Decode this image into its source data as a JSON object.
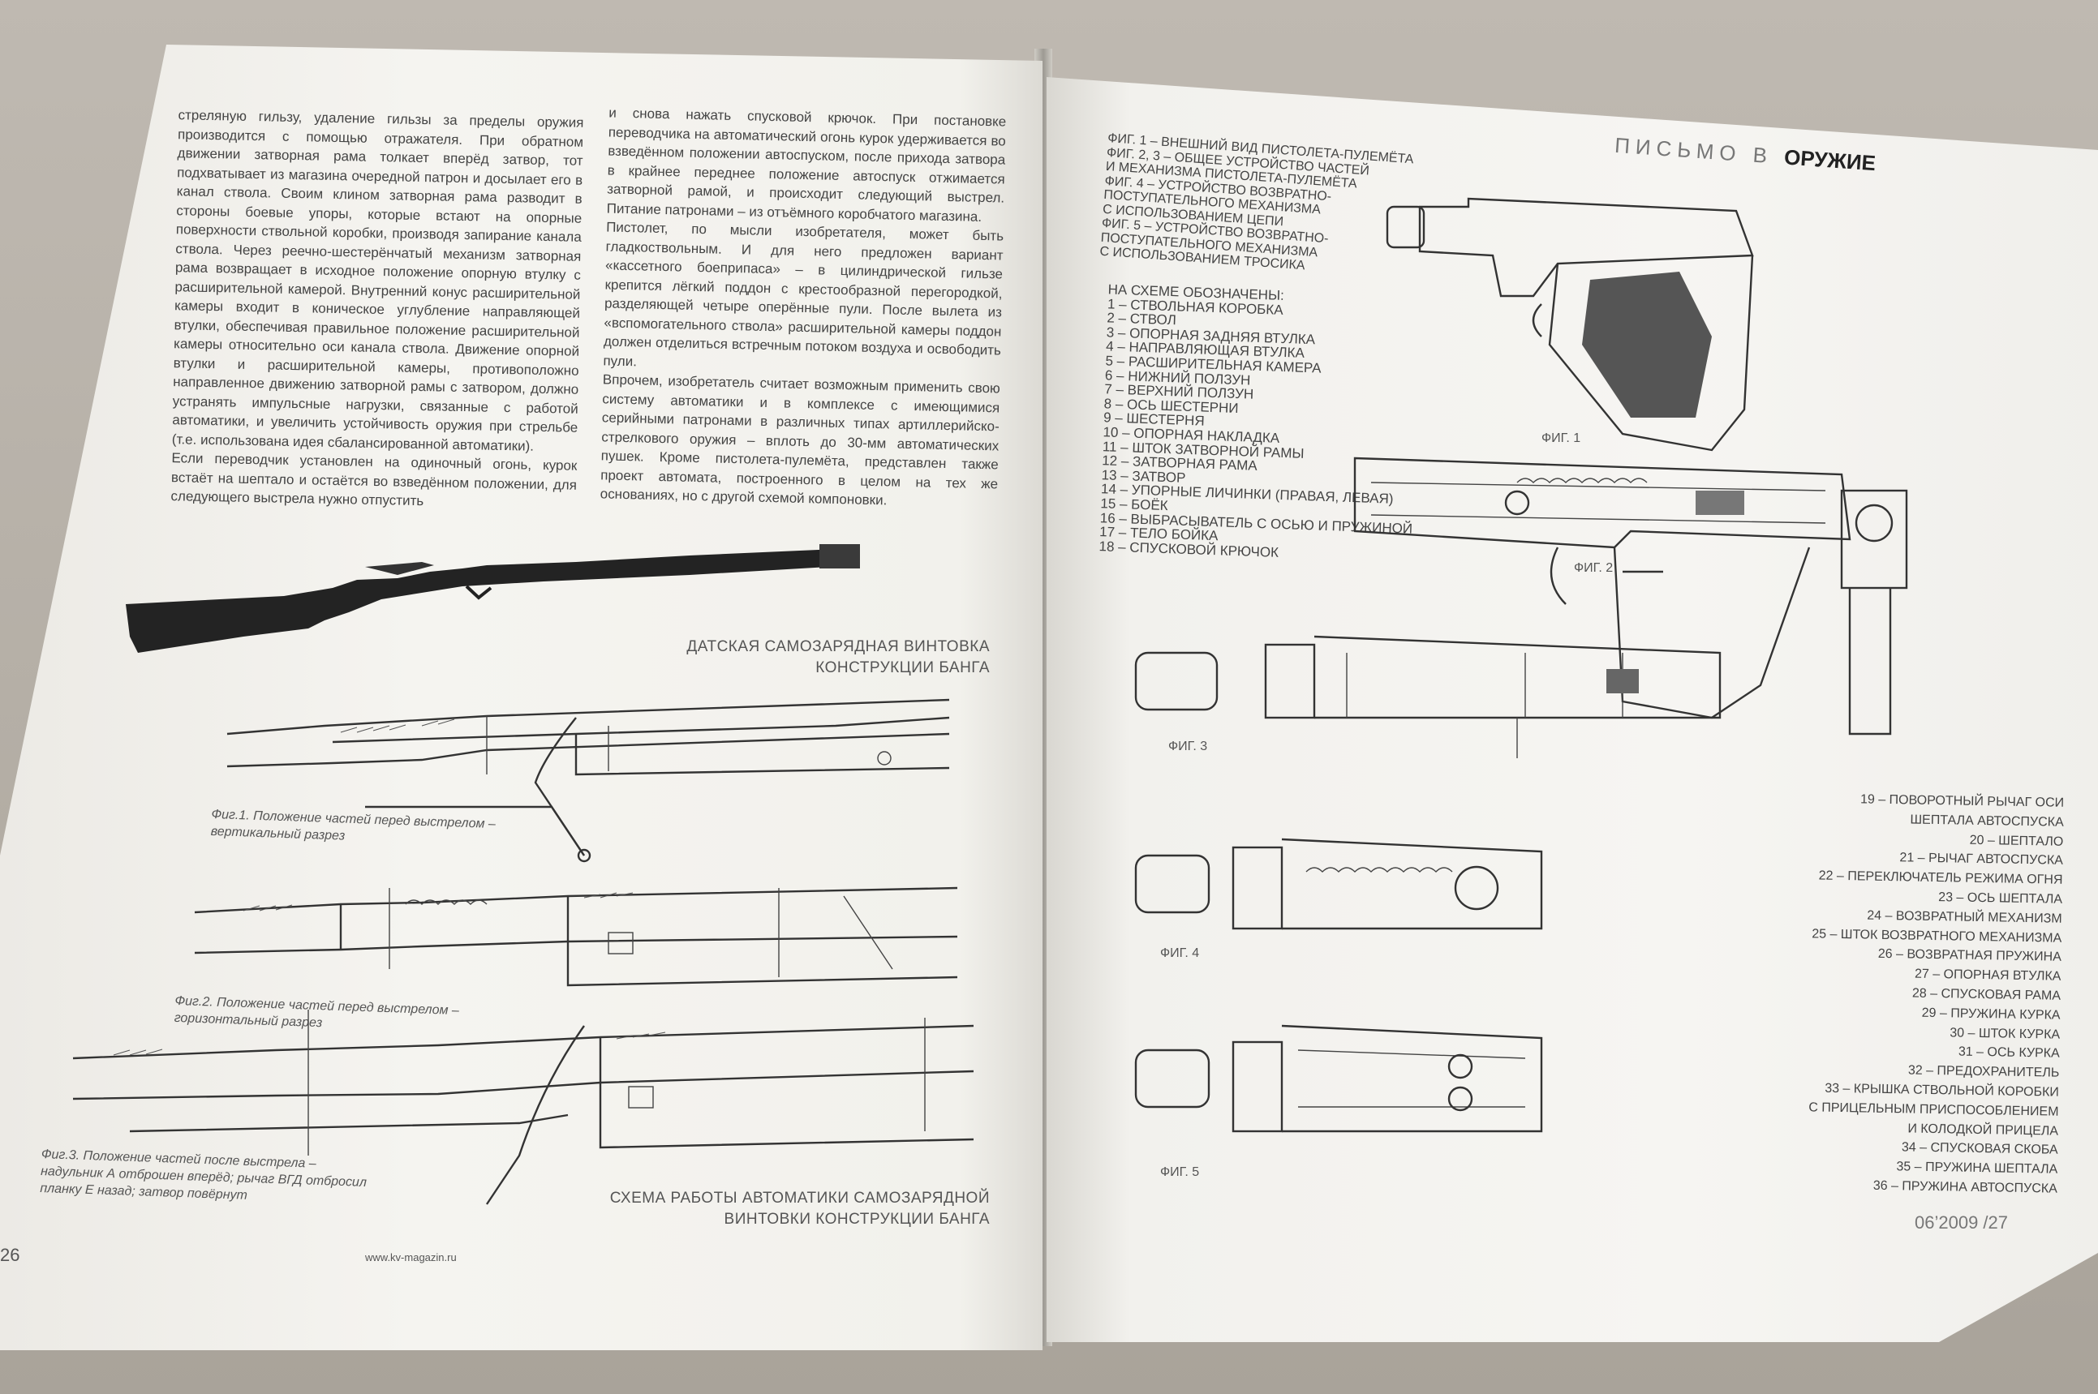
{
  "left_page": {
    "col1": "стреляную гильзу, удаление гильзы за пределы оружия производится с помощью отражателя. При обратном движении затворная рама толкает вперёд затвор, тот подхватывает из магазина очередной патрон и досылает его в канал ствола. Своим клином затворная рама разводит в стороны боевые упоры, которые встают на опорные поверхности ствольной коробки, производя запирание канала ствола. Через реечно-шестерёнчатый механизм затворная рама возвращает в исходное положение опорную втулку с расширительной камерой. Внутренний конус расширительной камеры входит в коническое углубление направляющей втулки, обеспечивая правильное положение расширительной камеры относительно оси канала ствола. Движение опорной втулки и расширительной камеры, противоположно направленное движению затворной рамы с затвором, должно устранять импульсные нагрузки, связанные с работой автоматики, и увеличить устойчивость оружия при стрельбе (т.е. использована идея сбалансированной автоматики).\nЕсли переводчик установлен на одиночный огонь, курок встаёт на шептало и остаётся во взведённом положении, для следующего выстрела нужно отпустить",
    "col2": "и снова нажать спусковой крючок. При постановке переводчика на автоматический огонь курок удерживается во взведённом положении автоспуском, после прихода затвора в крайнее переднее положение автоспуск отжимается затворной рамой, и происходит следующий выстрел. Питание патронами – из отъёмного коробчатого магазина.\nПистолет, по мысли изобретателя, может быть гладкоствольным. И для него предложен вариант «кассетного боеприпаса» – в цилиндрической гильзе крепится лёгкий поддон с крестообразной перегородкой, разделяющей четыре оперённые пули. После вылета из «вспомогательного ствола» расширительной камеры поддон должен отделиться встречным потоком воздуха и освободить пули.\nВпрочем, изобретатель считает возможным применить свою систему автоматики и в комплексе с имеющимися серийными патронами в различных типах артиллерийско-стрелкового оружия – вплоть до 30-мм автоматических пушек. Кроме пистолета-пулемёта, представлен также проект автомата, построенного в целом на тех же основаниях, но с другой схемой компоновки.",
    "rifle_caption": "ДАТСКАЯ САМОЗАРЯДНАЯ ВИНТОВКА\nКОНСТРУКЦИИ БАНГА",
    "fig1_caption": "Фиг.1. Положение частей перед выстрелом –\nвертикальный разрез",
    "fig2_caption": "Фиг.2. Положение частей перед выстрелом –\nгоризонтальный разрез",
    "fig3_caption": "Фиг.3. Положение частей после выстрела –\nнадульник А отброшен вперёд; рычаг ВГД отбросил\nпланку Е назад; затвор повёрнут",
    "scheme_caption": "СХЕМА РАБОТЫ АВТОМАТИКИ САМОЗАРЯДНОЙ\nВИНТОВКИ КОНСТРУКЦИИ БАНГА",
    "page_number": "26",
    "website": "www.kv-magazin.ru"
  },
  "right_page": {
    "header_prefix": "ПИСЬМО В",
    "header_brand": "ОРУЖИЕ",
    "fig_desc": "ФИГ. 1 – ВНЕШНИЙ ВИД ПИСТОЛЕТА-ПУЛЕМЁТА\nФИГ. 2, 3 – ОБЩЕЕ УСТРОЙСТВО ЧАСТЕЙ\nИ МЕХАНИЗМА ПИСТОЛЕТА-ПУЛЕМЁТА\nФИГ. 4 – УСТРОЙСТВО ВОЗВРАТНО-\nПОСТУПАТЕЛЬНОГО МЕХАНИЗМА\nС ИСПОЛЬЗОВАНИЕМ ЦЕПИ\nФИГ. 5 – УСТРОЙСТВО ВОЗВРАТНО-\nПОСТУПАТЕЛЬНОГО МЕХАНИЗМА\nС ИСПОЛЬЗОВАНИЕМ ТРОСИКА",
    "legend_title": "НА СХЕМЕ ОБОЗНАЧЕНЫ:",
    "legend_left": [
      "1 – СТВОЛЬНАЯ КОРОБКА",
      "2 – СТВОЛ",
      "3 – ОПОРНАЯ ЗАДНЯЯ ВТУЛКА",
      "4 – НАПРАВЛЯЮЩАЯ ВТУЛКА",
      "5 – РАСШИРИТЕЛЬНАЯ КАМЕРА",
      "6 – НИЖНИЙ ПОЛЗУН",
      "7 – ВЕРХНИЙ ПОЛЗУН",
      "8 – ОСЬ ШЕСТЕРНИ",
      "9 – ШЕСТЕРНЯ",
      "10 – ОПОРНАЯ НАКЛАДКА",
      "11 – ШТОК ЗАТВОРНОЙ РАМЫ",
      "12 – ЗАТВОРНАЯ РАМА",
      "13 – ЗАТВОР",
      "14 – УПОРНЫЕ ЛИЧИНКИ (ПРАВАЯ, ЛЕВАЯ)",
      "15 – БОЁК",
      "16 – ВЫБРАСЫВАТЕЛЬ С ОСЬЮ И ПРУЖИНОЙ",
      "17 – ТЕЛО БОЙКА",
      "18 – СПУСКОВОЙ КРЮЧОК"
    ],
    "legend_right": [
      "19 – ПОВОРОТНЫЙ РЫЧАГ ОСИ",
      "ШЕПТАЛА АВТОСПУСКА",
      "20 – ШЕПТАЛО",
      "21 – РЫЧАГ АВТОСПУСКА",
      "22 – ПЕРЕКЛЮЧАТЕЛЬ РЕЖИМА ОГНЯ",
      "23 – ОСЬ ШЕПТАЛА",
      "24 – ВОЗВРАТНЫЙ МЕХАНИЗМ",
      "25 – ШТОК ВОЗВРАТНОГО МЕХАНИЗМА",
      "26 – ВОЗВРАТНАЯ ПРУЖИНА",
      "27 – ОПОРНАЯ ВТУЛКА",
      "28 – СПУСКОВАЯ РАМА",
      "29 – ПРУЖИНА КУРКА",
      "30 – ШТОК КУРКА",
      "31 – ОСЬ КУРКА",
      "32 – ПРЕДОХРАНИТЕЛЬ",
      "33 – КРЫШКА СТВОЛЬНОЙ КОРОБКИ",
      "С ПРИЦЕЛЬНЫМ ПРИСПОСОБЛЕНИЕМ",
      "И КОЛОДКОЙ ПРИЦЕЛА",
      "34 – СПУСКОВАЯ СКОБА",
      "35 – ПРУЖИНА ШЕПТАЛА",
      "36 – ПРУЖИНА АВТОСПУСКА"
    ],
    "fig1_label": "ФИГ. 1",
    "fig2_label": "ФИГ. 2",
    "fig3_label": "ФИГ. 3",
    "fig4_label": "ФИГ. 4",
    "fig5_label": "ФИГ. 5",
    "page_number": "06’2009 /27"
  }
}
